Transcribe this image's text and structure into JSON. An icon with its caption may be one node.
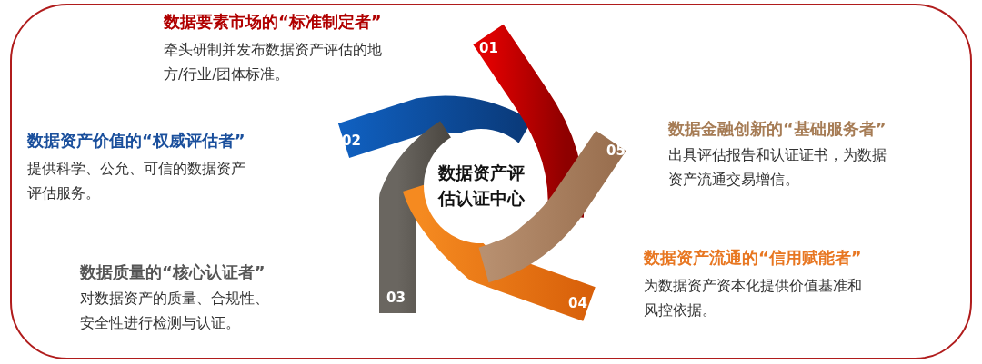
{
  "diagram": {
    "nodes": [
      {
        "text": [
          "数据资产评估认证中心"
        ]
      },
      {
        "text": [
          "01"
        ],
        "beside": [
          "数据要素市场的“标准制定者”",
          "牵头研制并发布数据资产评估的地方/行业/团体标准。"
        ]
      },
      {
        "text": [
          "02"
        ],
        "beside": [
          "数据资产价值的“权威评估者”",
          "提供科学、公允、可信的数据资产评估服务。"
        ]
      },
      {
        "text": [
          "03"
        ],
        "beside": [
          "数据质量的“核心认证者”",
          "对数据资产的质量、合规性、安全性进行检测与认证。"
        ]
      },
      {
        "text": [
          "04"
        ],
        "beside": [
          "数据资产流通的“信用赋能者”",
          "为数据资产资本化提供价值基准和风控依据。"
        ]
      },
      {
        "text": [
          "05"
        ],
        "beside": [
          "数据金融创新的“基础服务者”",
          "出具评估报告和认证证书，为数据资产流通交易增信。"
        ]
      }
    ],
    "edges": []
  }
}
